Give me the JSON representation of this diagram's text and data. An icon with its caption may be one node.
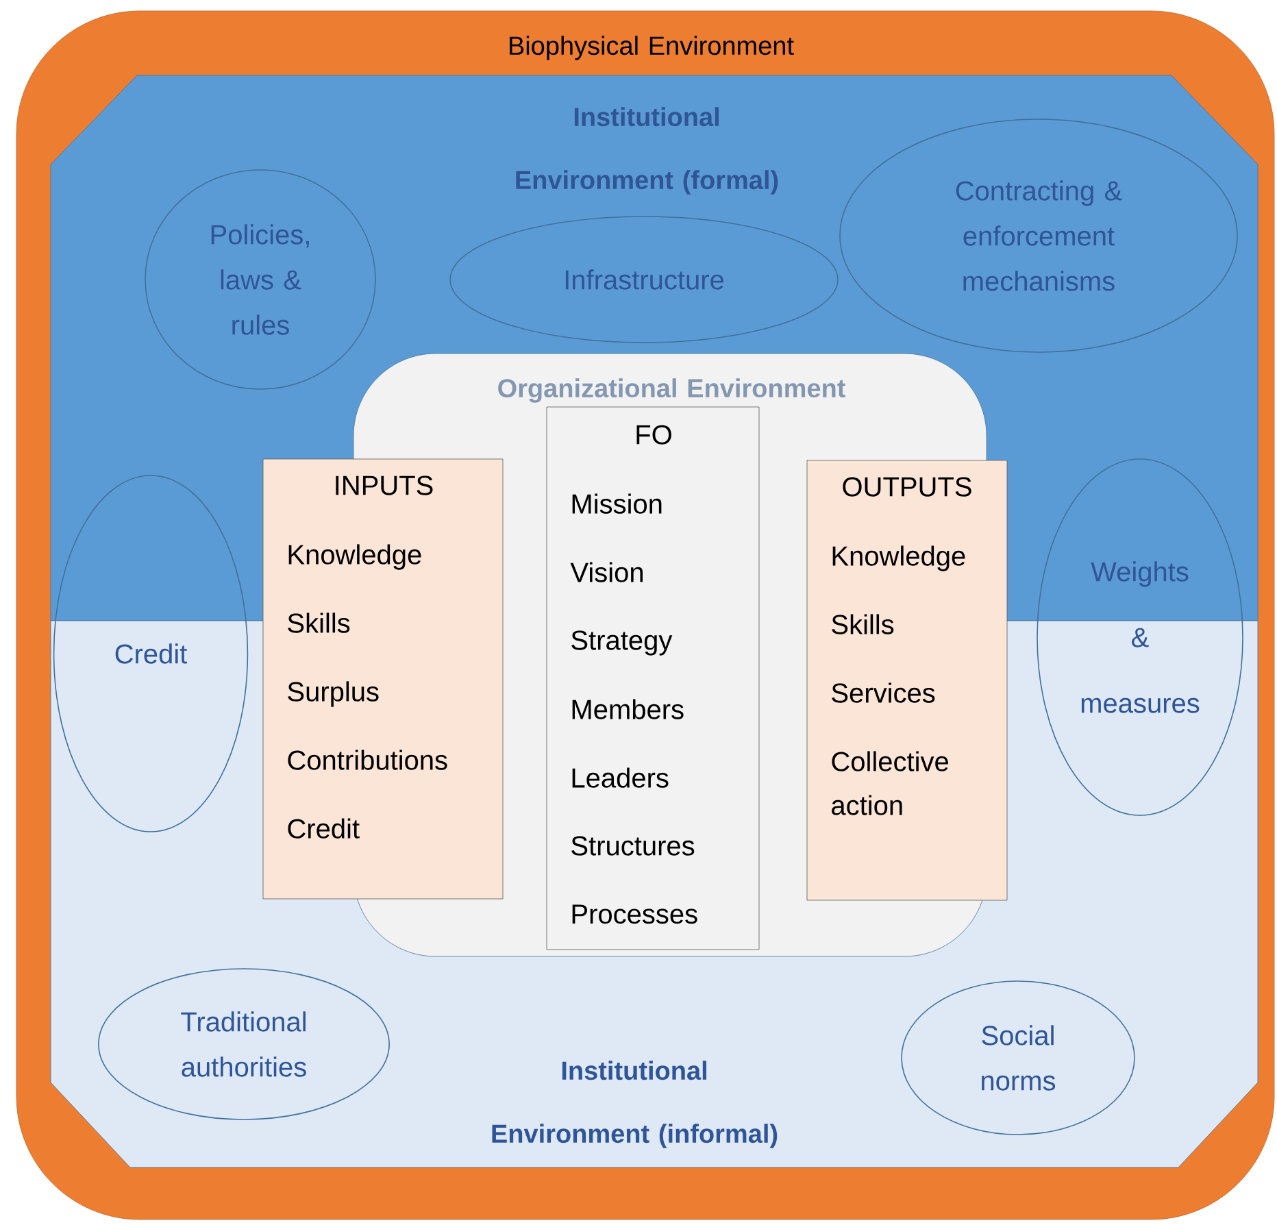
{
  "diagram": {
    "nodes": [
      {
        "text": [
          "Biophysical Environment"
        ]
      },
      {
        "text": [
          "Institutional Environment (formal)"
        ],
        "in": 0
      },
      {
        "text": [
          "Policies, laws & rules"
        ],
        "in": 1
      },
      {
        "text": [
          "Infrastructure"
        ],
        "in": 1
      },
      {
        "text": [
          "Contracting & enforcement mechanisms"
        ],
        "in": 1
      },
      {
        "text": [
          "Organizational Environment"
        ],
        "in": 0
      },
      {
        "text": [
          "INPUTS",
          "Knowledge",
          "Skills",
          "Surplus",
          "Contributions",
          "Credit"
        ],
        "in": 0
      },
      {
        "text": [
          "FO",
          "Mission",
          "Vision",
          "Strategy",
          "Members",
          "Leaders",
          "Structures",
          "Processes"
        ],
        "in": 5
      },
      {
        "text": [
          "OUTPUTS",
          "Knowledge",
          "Skills",
          "Services",
          "Collective action"
        ],
        "in": 0
      },
      {
        "text": [
          "Credit"
        ],
        "in": 0
      },
      {
        "text": [
          "Weights & measures"
        ],
        "in": 0
      },
      {
        "text": [
          "Institutional Environment (informal)"
        ],
        "in": 0
      },
      {
        "text": [
          "Traditional authorities"
        ],
        "in": 11
      },
      {
        "text": [
          "Social norms"
        ],
        "in": 11
      }
    ]
  }
}
